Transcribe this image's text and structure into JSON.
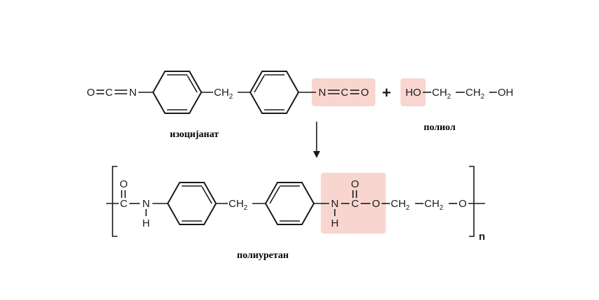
{
  "captions": {
    "isocyanate": "изоцијанат",
    "polyol": "полиол",
    "polyurethane": "полиуретан"
  },
  "atoms": {
    "O": "O",
    "C": "C",
    "N": "N",
    "H": "H",
    "CH2": "CH",
    "sub2": "2",
    "HO": "HO",
    "OH": "OH"
  },
  "plus": "+",
  "repeat_n": "n",
  "colors": {
    "highlight": "#f8d6cf",
    "ink": "#1a1a1a"
  }
}
